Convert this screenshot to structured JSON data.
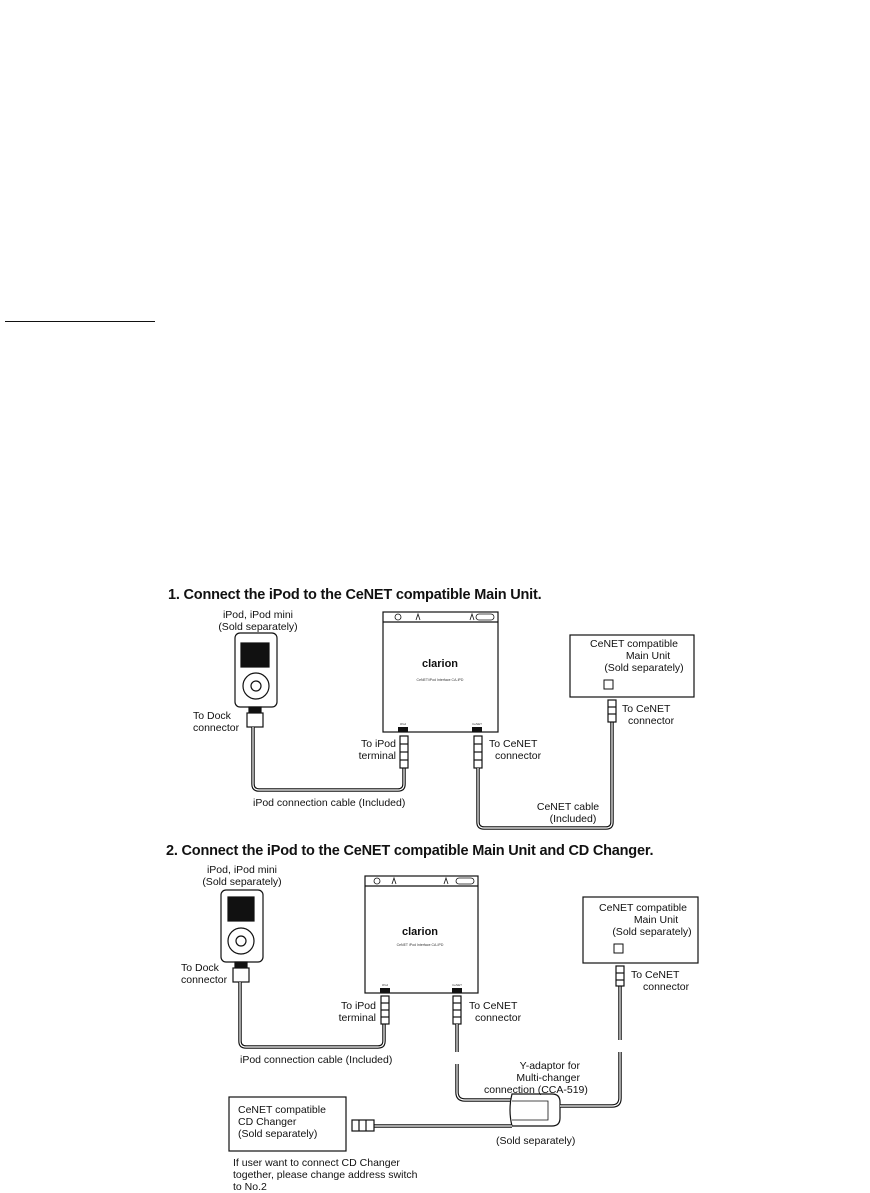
{
  "section1": {
    "heading": "1. Connect the iPod to the CeNET compatible Main Unit.",
    "ipod_label": [
      "iPod, iPod mini",
      "(Sold separately)"
    ],
    "dock_label": [
      "To Dock",
      "connector"
    ],
    "interface_brand": "clarion",
    "interface_model": "CeNET/iPod Interface CA-IPD",
    "port_ipod": "iPod",
    "port_cenet": "CeNET",
    "to_ipod_terminal": [
      "To iPod",
      "terminal"
    ],
    "to_cenet_connector_left": [
      "To CeNET",
      "connector"
    ],
    "main_unit_label": [
      "CeNET compatible",
      "Main Unit",
      "(Sold separately)"
    ],
    "to_cenet_connector_right": [
      "To CeNET",
      "connector"
    ],
    "ipod_cable": "iPod connection cable (Included)",
    "cenet_cable": [
      "CeNET cable",
      "(Included)"
    ]
  },
  "section2": {
    "heading": "2. Connect the iPod to the CeNET compatible Main Unit and CD Changer.",
    "ipod_label": [
      "iPod, iPod mini",
      "(Sold separately)"
    ],
    "dock_label": [
      "To Dock",
      "connector"
    ],
    "interface_brand": "clarion",
    "interface_model": "CeNET iPod Interface CA-IPD",
    "port_ipod": "iPod",
    "port_cenet": "CeNET",
    "to_ipod_terminal": [
      "To iPod",
      "terminal"
    ],
    "to_cenet_connector_left": [
      "To CeNET",
      "connector"
    ],
    "main_unit_label": [
      "CeNET compatible",
      "Main Unit",
      "(Sold separately)"
    ],
    "to_cenet_connector_right": [
      "To CeNET",
      "connector"
    ],
    "ipod_cable": "iPod connection cable (Included)",
    "y_adaptor": [
      "Y-adaptor for",
      "Multi-changer",
      "connection (CCA-519)"
    ],
    "sold_separately": "(Sold separately)",
    "cd_changer_label": [
      "CeNET compatible",
      "CD Changer",
      "(Sold separately)"
    ],
    "note": [
      "If user want to connect CD Changer",
      "together, please change address switch",
      "to No.2"
    ]
  }
}
